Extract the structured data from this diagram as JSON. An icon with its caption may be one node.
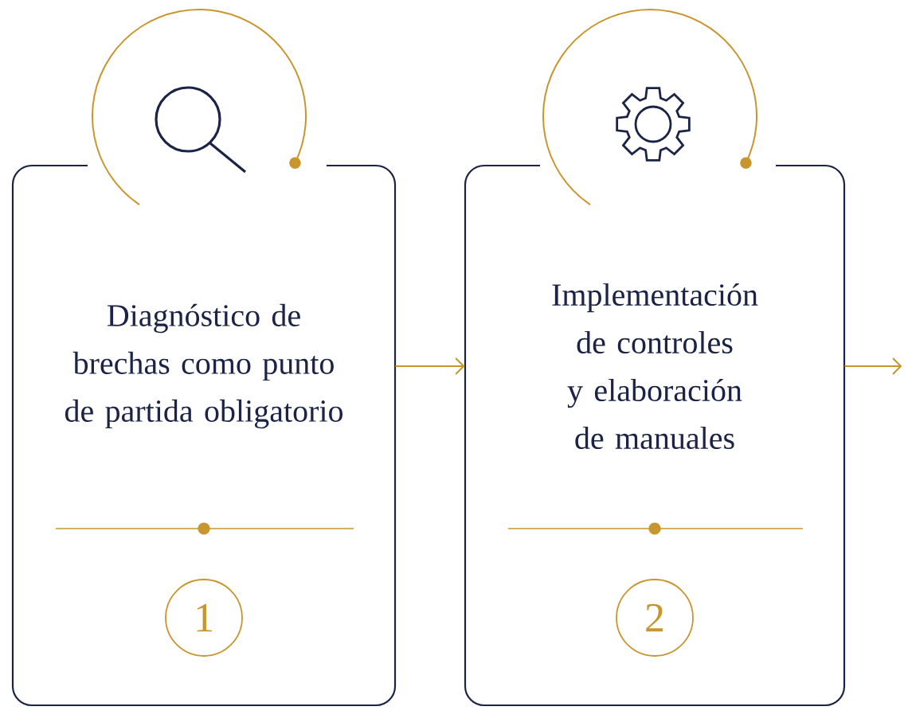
{
  "diagram": {
    "nodes": [
      {
        "text": [
          "Diagnóstico de brechas como punto de partida obligatorio"
        ]
      },
      {
        "text": [
          "1"
        ],
        "in": 0
      },
      {
        "text": [
          "Implementación de controles y elaboración de manuales"
        ]
      },
      {
        "text": [
          "2"
        ],
        "in": 2
      }
    ],
    "edges": [
      {
        "from": 0,
        "to": 2,
        "arrow": "to",
        "color": "#c8962e"
      },
      {
        "from": 2,
        "to": null,
        "arrow": "to",
        "color": "#c8962e"
      }
    ]
  }
}
